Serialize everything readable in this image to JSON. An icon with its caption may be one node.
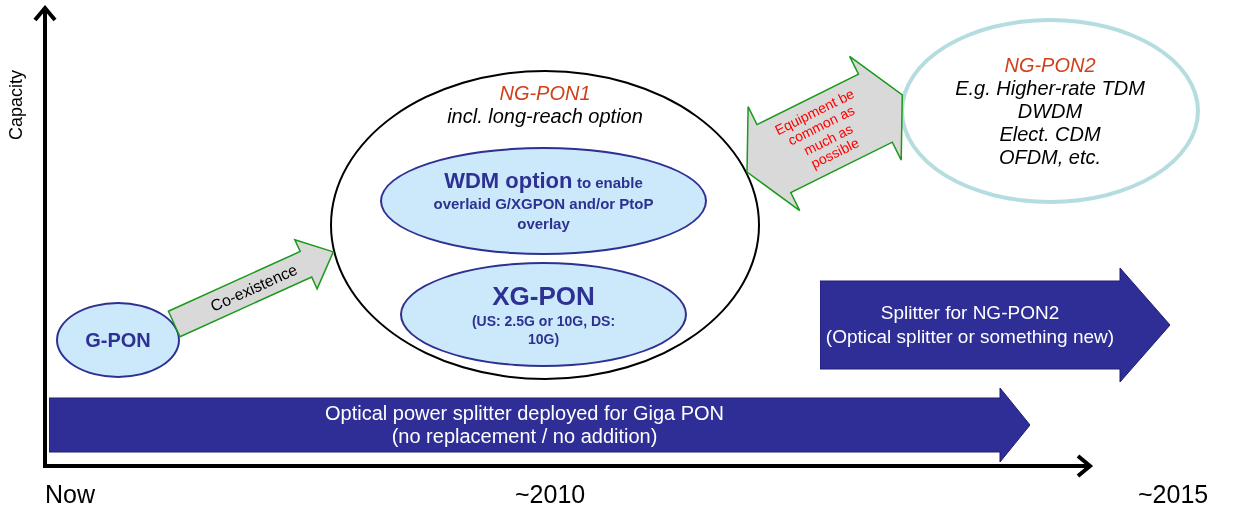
{
  "diagram": {
    "nodes": [
      {
        "text": [
          "G-PON"
        ]
      },
      {
        "text": [
          "NG-PON1",
          "incl. long-reach option"
        ]
      },
      {
        "text": [
          "WDM option",
          "to enable overlaid G/XGPON and/or PtoP overlay"
        ],
        "in": 1
      },
      {
        "text": [
          "XG-PON",
          "(US: 2.5G or 10G, DS: 10G)"
        ],
        "in": 1
      },
      {
        "text": [
          "NG-PON2",
          "E.g. Higher-rate TDM",
          "DWDM",
          "Elect. CDM",
          "OFDM, etc."
        ]
      },
      {
        "text": [
          "Optical power splitter deployed for Giga PON",
          "(no replacement / no addition)"
        ]
      },
      {
        "text": [
          "Splitter for NG-PON2",
          "(Optical splitter or something new)"
        ]
      }
    ],
    "edges": [
      {
        "from": 0,
        "to": 1,
        "arrow": "to",
        "label": "Co-existence"
      },
      {
        "from": 1,
        "to": 4,
        "arrow": "both",
        "label": "Equipment be common as much as possible"
      }
    ],
    "labels": [
      "Capacity",
      "Now",
      "~2010",
      "~2015"
    ]
  }
}
